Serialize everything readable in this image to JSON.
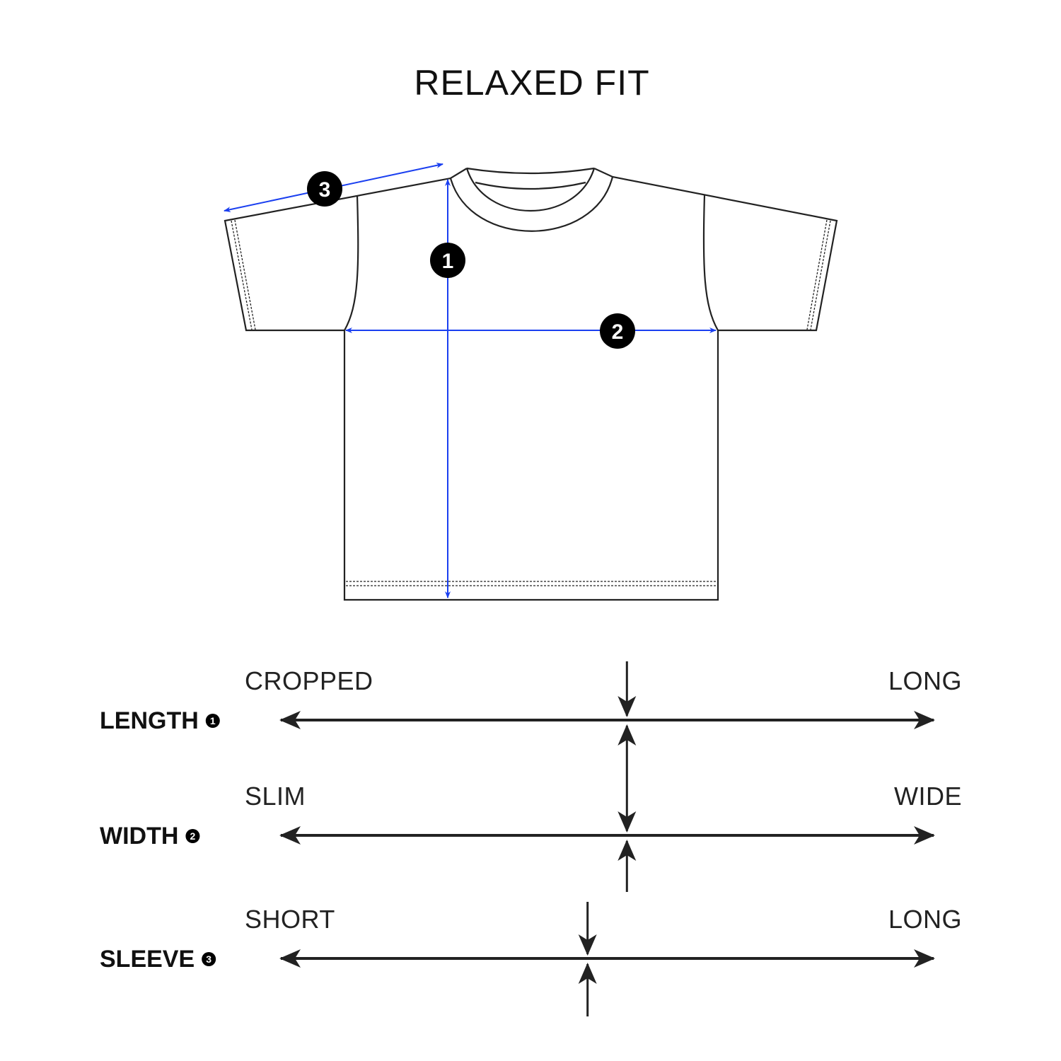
{
  "title": "RELAXED FIT",
  "colors": {
    "measure": "#1a3ff0",
    "outline": "#222222",
    "scale": "#222222"
  },
  "measurements": [
    {
      "number": "1",
      "name": "length"
    },
    {
      "number": "2",
      "name": "width"
    },
    {
      "number": "3",
      "name": "sleeve"
    }
  ],
  "scales": [
    {
      "label": "LENGTH",
      "number": "1",
      "min_label": "CROPPED",
      "max_label": "LONG",
      "position": 0.53
    },
    {
      "label": "WIDTH",
      "number": "2",
      "min_label": "SLIM",
      "max_label": "WIDE",
      "position": 0.53
    },
    {
      "label": "SLEEVE",
      "number": "3",
      "min_label": "SHORT",
      "max_label": "LONG",
      "position": 0.47
    }
  ]
}
